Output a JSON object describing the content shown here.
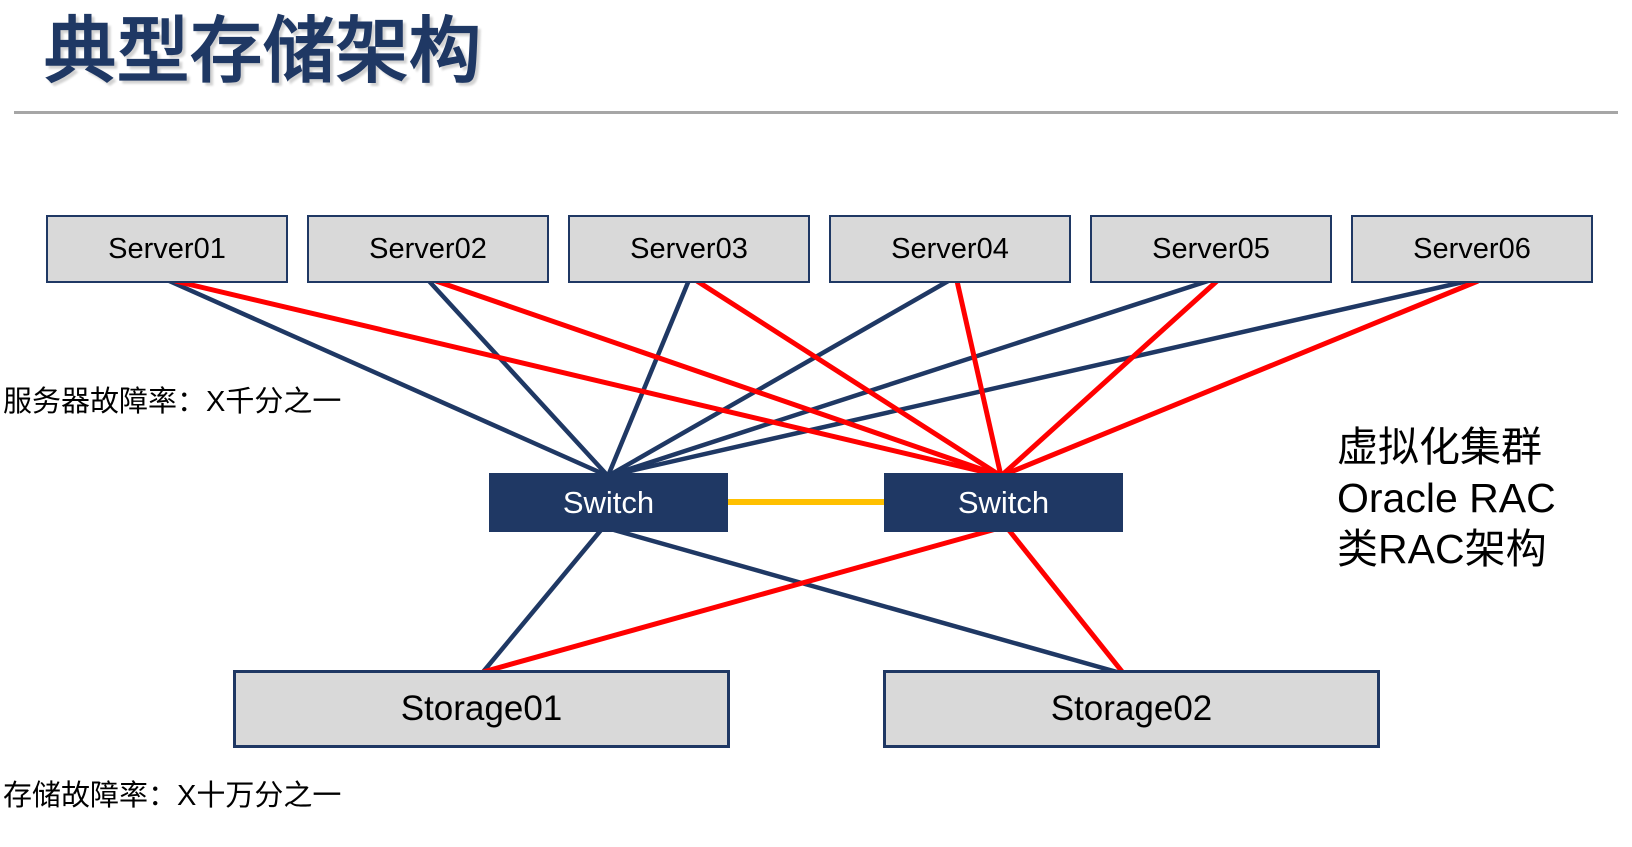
{
  "page": {
    "title": "典型存储架构"
  },
  "diagram": {
    "servers": [
      {
        "label": "Server01"
      },
      {
        "label": "Server02"
      },
      {
        "label": "Server03"
      },
      {
        "label": "Server04"
      },
      {
        "label": "Server05"
      },
      {
        "label": "Server06"
      }
    ],
    "switches": [
      {
        "label": "Switch"
      },
      {
        "label": "Switch"
      }
    ],
    "storages": [
      {
        "label": "Storage01"
      },
      {
        "label": "Storage02"
      }
    ],
    "annotations": {
      "server_failure_rate": "服务器故障率：X千分之一",
      "storage_failure_rate": "存储故障率：X十万分之一",
      "cluster_note_lines": [
        "虚拟化集群",
        "Oracle RAC",
        "类RAC架构"
      ]
    },
    "links": [
      {
        "from": "Server01",
        "to": "Switch-left",
        "color": "navy"
      },
      {
        "from": "Server02",
        "to": "Switch-left",
        "color": "navy"
      },
      {
        "from": "Server03",
        "to": "Switch-left",
        "color": "navy"
      },
      {
        "from": "Server04",
        "to": "Switch-left",
        "color": "navy"
      },
      {
        "from": "Server05",
        "to": "Switch-left",
        "color": "navy"
      },
      {
        "from": "Server06",
        "to": "Switch-left",
        "color": "navy"
      },
      {
        "from": "Server01",
        "to": "Switch-right",
        "color": "red"
      },
      {
        "from": "Server02",
        "to": "Switch-right",
        "color": "red"
      },
      {
        "from": "Server03",
        "to": "Switch-right",
        "color": "red"
      },
      {
        "from": "Server04",
        "to": "Switch-right",
        "color": "red"
      },
      {
        "from": "Server05",
        "to": "Switch-right",
        "color": "red"
      },
      {
        "from": "Server06",
        "to": "Switch-right",
        "color": "red"
      },
      {
        "from": "Switch-left",
        "to": "Switch-right",
        "color": "yellow"
      },
      {
        "from": "Switch-left",
        "to": "Storage01",
        "color": "navy"
      },
      {
        "from": "Switch-left",
        "to": "Storage02",
        "color": "navy"
      },
      {
        "from": "Switch-right",
        "to": "Storage01",
        "color": "red"
      },
      {
        "from": "Switch-right",
        "to": "Storage02",
        "color": "red"
      }
    ],
    "colors": {
      "navy": "#1F3864",
      "red": "#FF0000",
      "yellow": "#FFC000",
      "node_fill": "#D9D9D9",
      "node_border": "#1F3864",
      "title": "#1F3864",
      "divider": "#A6A6A6"
    }
  }
}
